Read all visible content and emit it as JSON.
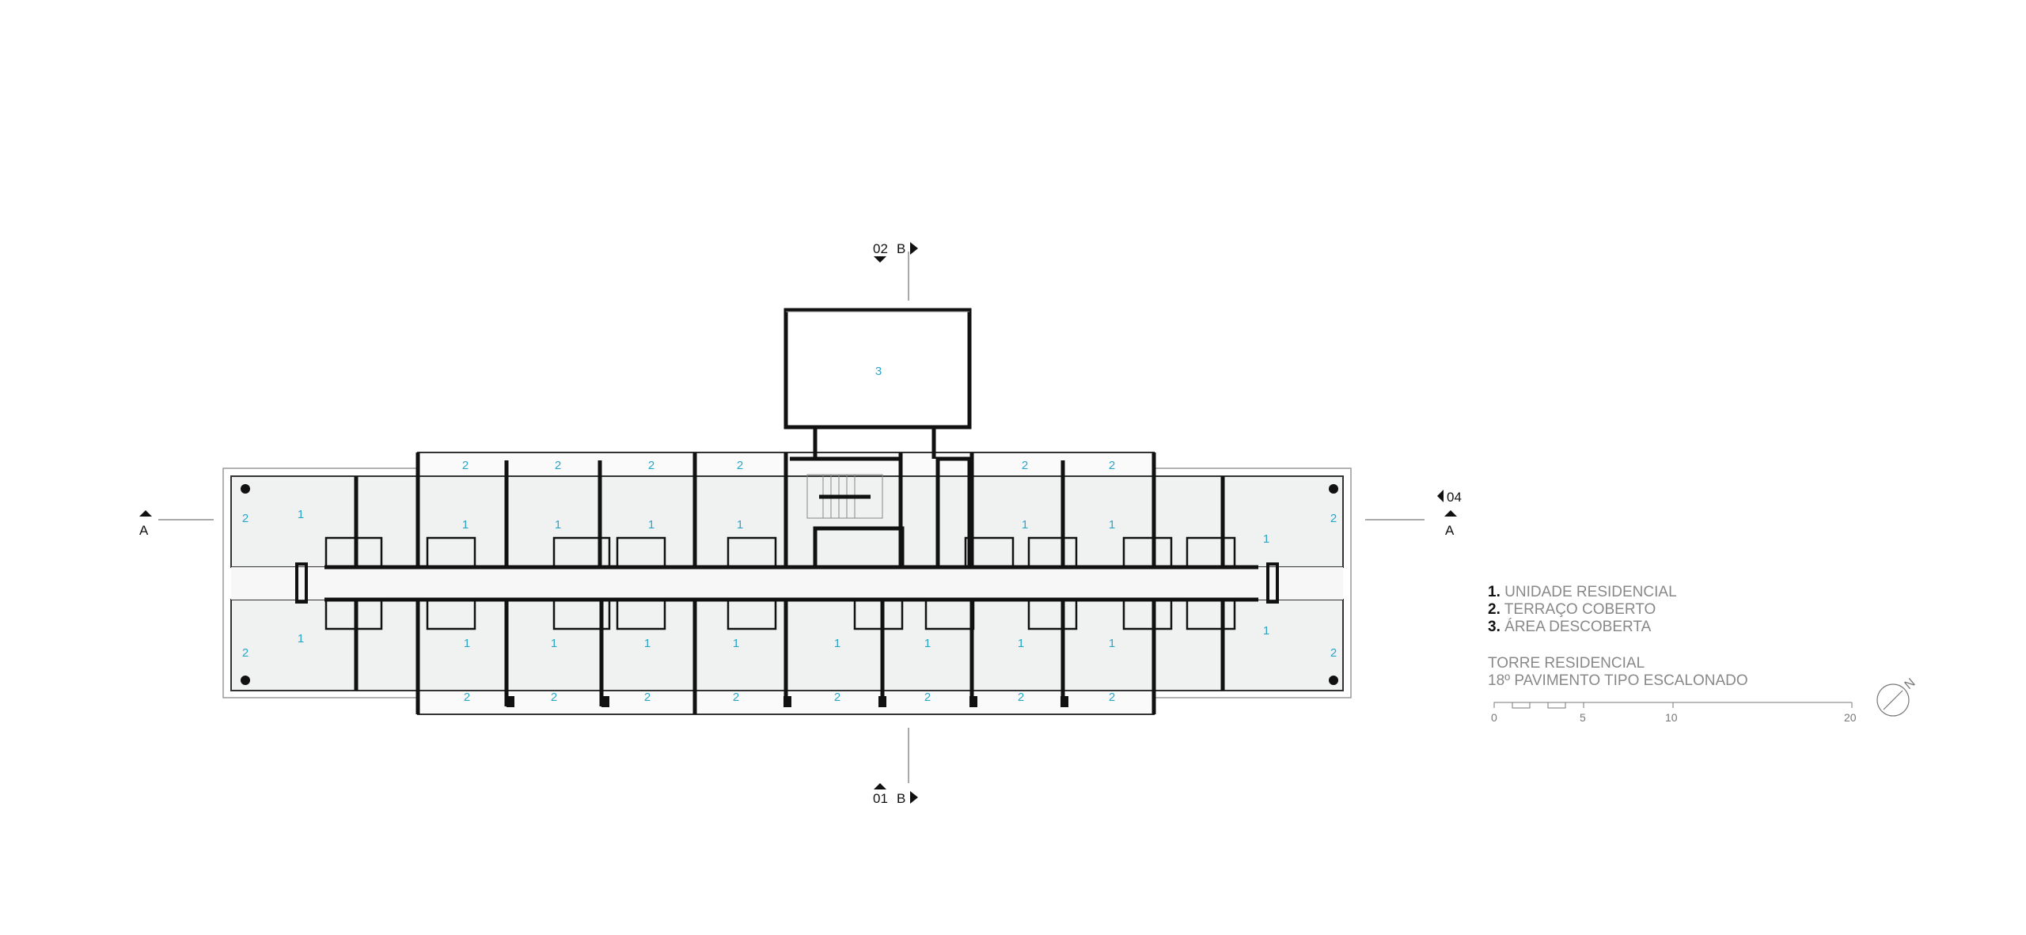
{
  "legend": {
    "items": [
      {
        "num": "1.",
        "text": "UNIDADE RESIDENCIAL"
      },
      {
        "num": "2.",
        "text": "TERRAÇO COBERTO"
      },
      {
        "num": "3.",
        "text": "ÁREA DESCOBERTA"
      }
    ]
  },
  "caption": {
    "line1": "TORRE RESIDENCIAL",
    "line2": "18º PAVIMENTO TIPO ESCALONADO"
  },
  "scale_bar": {
    "ticks": [
      "0",
      "5",
      "10",
      "20"
    ]
  },
  "section_marks": {
    "top": {
      "num": "02",
      "letter": "B"
    },
    "bottom": {
      "num": "01",
      "letter": "B"
    },
    "left": {
      "letter": "A"
    },
    "right": {
      "num": "04",
      "letter": "A"
    }
  },
  "north_arrow": {
    "label": "N"
  },
  "room_labels": {
    "unit": "1",
    "terrace": "2",
    "open_area": "3"
  },
  "colors": {
    "label": "#2aa6c9",
    "wall": "#111111",
    "floor": "#f0f1f1",
    "text_gray": "#888888"
  }
}
